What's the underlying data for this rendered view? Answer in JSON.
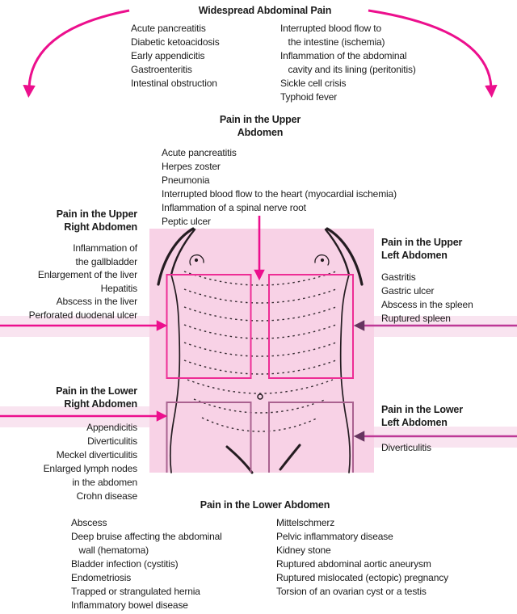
{
  "title": "Widespread Abdominal Pain",
  "colors": {
    "arrow_magenta": "#ec0f8d",
    "arrow_purple": "#bd3896",
    "arrowhead_dark": "#66355f",
    "upper_box_border": "#ee2d95",
    "lower_box_border": "#aa6290",
    "torso_background": "#f8d2e6",
    "arrow_stripe": "#f9e4f0",
    "line_art": "#241c21",
    "text": "#1b1b1b"
  },
  "widespread": {
    "left_items": [
      "Acute pancreatitis",
      "Diabetic ketoacidosis",
      "Early appendicitis",
      "Gastroenteritis",
      "Intestinal obstruction"
    ],
    "right_items": [
      "Interrupted blood flow to",
      "   the intestine (ischemia)",
      "Inflammation of the abdominal",
      "   cavity and its lining (peritonitis)",
      "Sickle cell crisis",
      "Typhoid fever"
    ]
  },
  "upper_abdomen": {
    "heading_lines": [
      "Pain in the Upper",
      "Abdomen"
    ],
    "items": [
      "Acute pancreatitis",
      "Herpes zoster",
      "Pneumonia",
      "Interrupted blood flow to the heart (myocardial ischemia)",
      "Inflammation of a spinal nerve root",
      "Peptic ulcer"
    ]
  },
  "upper_right": {
    "heading_lines": [
      "Pain in the Upper",
      "Right Abdomen"
    ],
    "items": [
      "Inflammation of",
      "the gallbladder",
      "Enlargement of the liver",
      "Hepatitis",
      "Abscess in the liver",
      "Perforated duodenal ulcer"
    ]
  },
  "upper_left": {
    "heading_lines": [
      "Pain in the Upper",
      "Left Abdomen"
    ],
    "items": [
      "Gastritis",
      "Gastric ulcer",
      "Abscess in the spleen",
      "Ruptured spleen"
    ]
  },
  "lower_right": {
    "heading_lines": [
      "Pain in the Lower",
      "Right Abdomen"
    ],
    "items": [
      "Appendicitis",
      "Diverticulitis",
      "Meckel diverticulitis",
      "Enlarged lymph nodes",
      "in the abdomen",
      "Crohn disease"
    ]
  },
  "lower_left": {
    "heading_lines": [
      "Pain in the Lower",
      "Left Abdomen"
    ],
    "items": [
      "Diverticulitis"
    ]
  },
  "lower_abdomen": {
    "heading": "Pain in the Lower Abdomen",
    "left_items": [
      "Abscess",
      "Deep bruise affecting the abdominal",
      "   wall (hematoma)",
      "Bladder infection (cystitis)",
      "Endometriosis",
      "Trapped or strangulated hernia",
      "Inflammatory bowel disease"
    ],
    "right_items": [
      "Mittelschmerz",
      "Pelvic inflammatory disease",
      "Kidney stone",
      "Ruptured abdominal aortic aneurysm",
      "Ruptured mislocated (ectopic) pregnancy",
      "Torsion of an ovarian cyst or a testis"
    ]
  }
}
